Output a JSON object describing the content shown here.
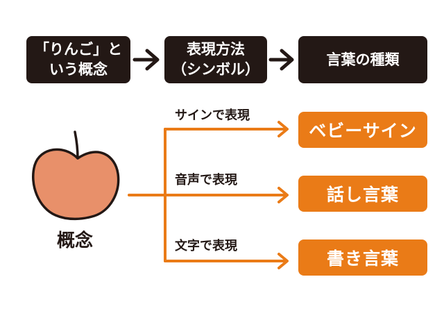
{
  "top_flow": {
    "box1": "「りんご」と\nいう概念",
    "box2": "表現方法\n（シンボル）",
    "box3": "言葉の種類"
  },
  "branches": [
    {
      "label": "サインで表現",
      "result": "ベビーサイン"
    },
    {
      "label": "音声で表現",
      "result": "話し言葉"
    },
    {
      "label": "文字で表現",
      "result": "書き言葉"
    }
  ],
  "concept_label": "概念",
  "colors": {
    "dark": "#231815",
    "orange": "#ea7b17",
    "apple": "#e8906a"
  },
  "icons": [
    "apple-icon",
    "arrow-right-icon"
  ]
}
